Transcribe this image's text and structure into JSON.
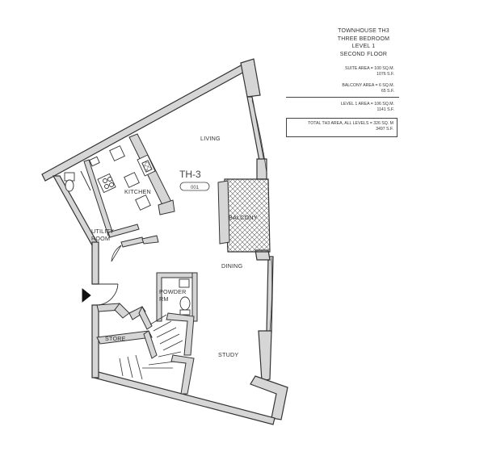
{
  "title_block": {
    "line1": "TOWNHOUSE TH3",
    "line2": "THREE BEDROOM",
    "line3": "LEVEL 1",
    "line4": "SECOND FLOOR"
  },
  "areas": {
    "suite": {
      "label": "SUITE AREA = 100 SQ.M.",
      "sub": "1076 S.F."
    },
    "balcony": {
      "label": "BALCONY AREA =   6 SQ.M.",
      "sub": "65 S.F."
    },
    "level1": {
      "label": "LEVEL 1 AREA = 106 SQ.M.",
      "sub": "1141 S.F."
    },
    "total": {
      "label": "TOTAL TH3 AREA, ALL  LEVELS = 326 SQ. M",
      "sub": "3497 S.F."
    }
  },
  "unit_tag": {
    "name": "TH-3",
    "number": "001"
  },
  "rooms": {
    "living": "LIVING",
    "kitchen": "KITCHEN",
    "balcony": "BALCONY",
    "utility_line1": "UTILITY",
    "utility_line2": "ROOM",
    "dining": "DINING",
    "powder_line1": "POWDER",
    "powder_line2": "RM",
    "store": "STORE",
    "study": "STUDY"
  },
  "colors": {
    "wall": "#3a3a3a",
    "wall_fill": "#d9d9d9",
    "hatch": "#555555"
  }
}
